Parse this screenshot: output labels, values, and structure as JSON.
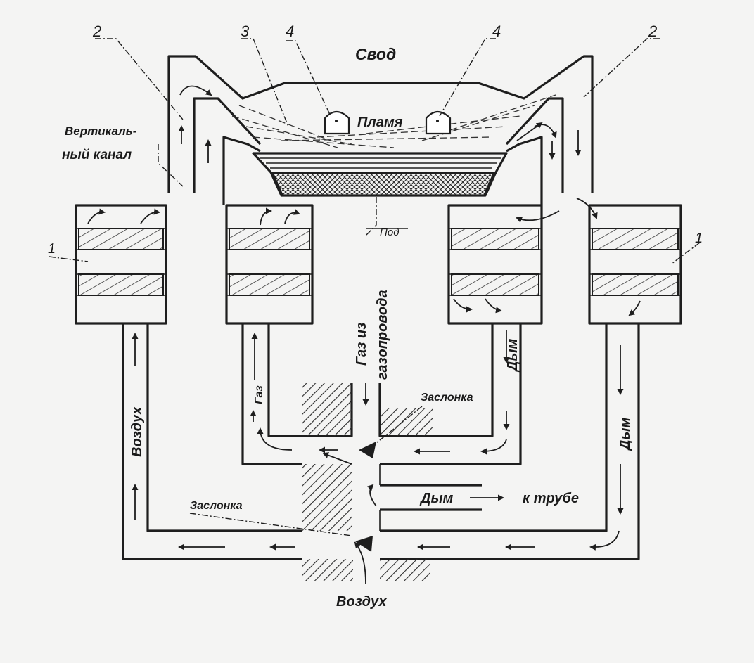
{
  "labels": {
    "roof": "Свод",
    "flame": "Пламя",
    "vertical_channel_line1": "Вертикаль-",
    "vertical_channel_line2": "ный канал",
    "hearth": "Под",
    "gas_from_pipeline_line1": "Газ из",
    "gas_from_pipeline_line2": "газопровода",
    "gas": "Газ",
    "air_left": "Воздух",
    "smoke_center": "Дым",
    "smoke_right": "Дым",
    "damper_top": "Заслонка",
    "damper_bottom": "Заслонка",
    "smoke_to_stack_a": "Дым",
    "smoke_to_stack_b": "к трубе",
    "air_bottom": "Воздух"
  },
  "callouts": {
    "c1_left": "1",
    "c1_right": "1",
    "c2_left": "2",
    "c2_right": "2",
    "c3": "3",
    "c4_left": "4",
    "c4_right": "4"
  }
}
